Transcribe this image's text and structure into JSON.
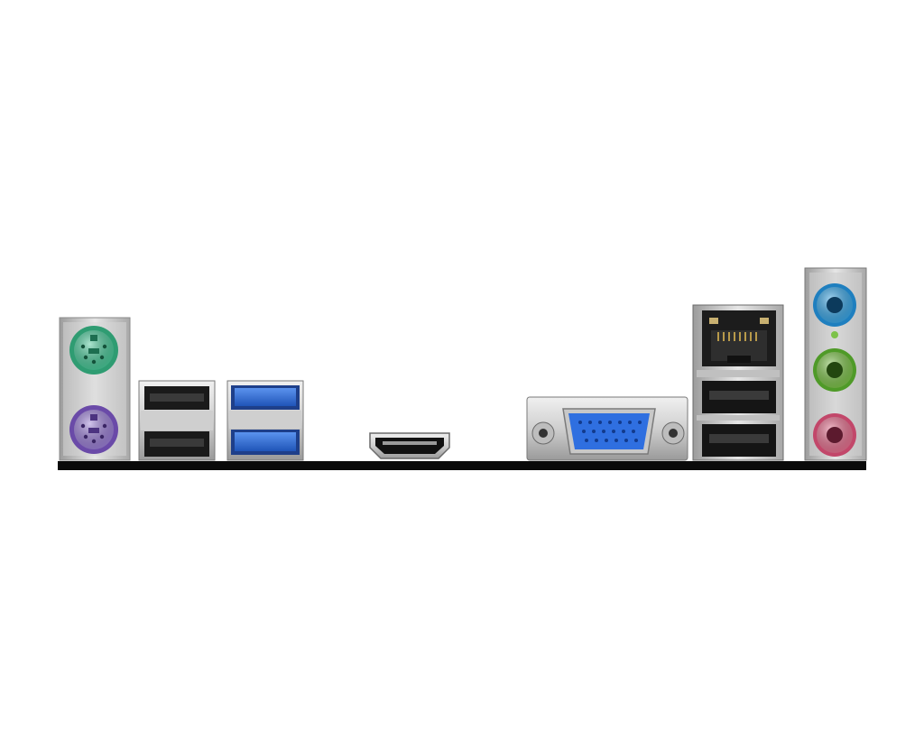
{
  "colors": {
    "background": "#ffffff",
    "board_edge": "#0a0a0a",
    "ps2_mouse": "#3fbf8c",
    "ps2_keyboard": "#8f6fc9",
    "usb3_blue": "#2f6fd6",
    "vga_blue": "#2f6fe0",
    "audio_line_in": "#3aa6e6",
    "audio_line_out": "#7dc24a",
    "audio_mic": "#e6708f",
    "metal_light": "#e2e2e2",
    "metal_dark": "#8a8a8a"
  },
  "ports": [
    {
      "name": "ps2-mouse-port",
      "icon": "ps2-port-icon",
      "color_key": "ps2_mouse"
    },
    {
      "name": "ps2-keyboard-port",
      "icon": "ps2-port-icon",
      "color_key": "ps2_keyboard"
    },
    {
      "name": "usb2-ports",
      "icon": "usb-port-icon",
      "count": 2
    },
    {
      "name": "usb3-ports",
      "icon": "usb3-port-icon",
      "count": 2
    },
    {
      "name": "hdmi-port",
      "icon": "hdmi-port-icon"
    },
    {
      "name": "vga-port",
      "icon": "vga-port-icon"
    },
    {
      "name": "lan-port",
      "icon": "rj45-port-icon"
    },
    {
      "name": "lan-usb-ports",
      "icon": "usb-port-icon",
      "count": 2
    },
    {
      "name": "audio-line-in-jack",
      "icon": "audio-jack-icon",
      "color_key": "audio_line_in"
    },
    {
      "name": "audio-line-out-jack",
      "icon": "audio-jack-icon",
      "color_key": "audio_line_out"
    },
    {
      "name": "audio-mic-jack",
      "icon": "audio-jack-icon",
      "color_key": "audio_mic"
    }
  ]
}
